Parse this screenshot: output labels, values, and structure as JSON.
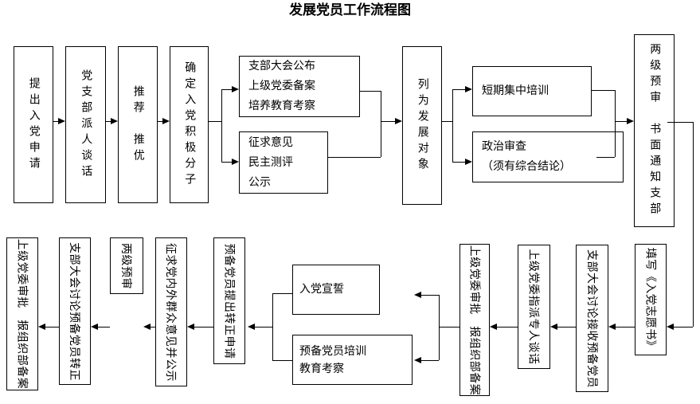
{
  "title": "发展党员工作流程图",
  "colors": {
    "background": "#ffffff",
    "line": "#000000",
    "text": "#000000"
  },
  "steps": {
    "apply": "提出入党申请",
    "branch_talk": "党支部派人谈话",
    "recommend": "推荐　推优",
    "activist": "确定入党积极分子",
    "announce_lines": [
      "支部大会公布",
      "上级党委备案",
      "培养教育考察"
    ],
    "opinion_lines": [
      "征求意见",
      "民主测评",
      "公示"
    ],
    "development_target": "列为发展对象",
    "training": "短期集中培训",
    "political_review_lines": [
      "政治审查",
      "（须有综合结论）"
    ],
    "two_level_preview_notify": "两级预审　书面通知支部",
    "fill_volunteer_form": "填写《入党志愿书》",
    "branch_meeting_accept": "支部大会讨论接收预备党员",
    "appointed_talk": "上级党委指派专人谈话",
    "approval_record_1": "上级党委审批　报组织部备案",
    "oath": "入党宣誓",
    "probation_lines": [
      "预备党员培训",
      "教育考察"
    ],
    "transfer_application": "预备党员提出转正申请",
    "public_opinion": "征求党内外群众意见并公示",
    "two_level_preview": "两级预审",
    "branch_meeting_transfer": "支部大会讨论预备党员转正",
    "approval_record_2": "上级党委审批　报组织部备案"
  }
}
